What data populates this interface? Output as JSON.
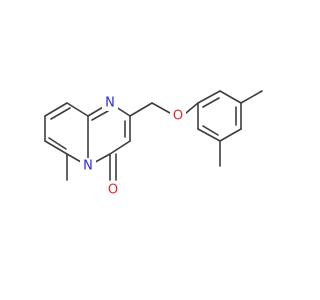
{
  "molecule": {
    "atoms": {
      "n_ring": "N",
      "n_bridge": "N",
      "o_ether": "O",
      "o_carbonyl": "O"
    },
    "colors": {
      "bond": "#3d3d3d",
      "nitrogen": "#2b2bdd",
      "oxygen": "#dd2b2b",
      "background": "#ffffff"
    }
  }
}
